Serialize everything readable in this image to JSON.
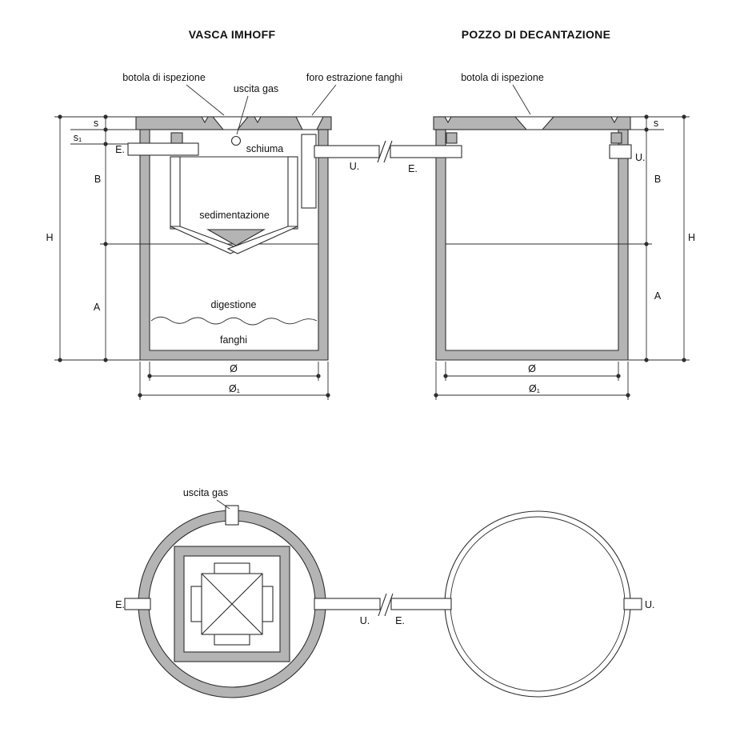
{
  "colors": {
    "concrete": "#b4b4b4",
    "line": "#2e2e2e",
    "text": "#111111",
    "background": "#ffffff"
  },
  "titles": {
    "left": "VASCA IMHOFF",
    "right": "POZZO DI DECANTAZIONE"
  },
  "section_left": {
    "callout_hatch": "botola di ispezione",
    "callout_gas": "uscita gas",
    "callout_sludge_hole": "foro estrazione fanghi",
    "zone_scum": "schiuma",
    "zone_sedimentation": "sedimentazione",
    "zone_digestion": "digestione",
    "zone_sludge": "fanghi",
    "inlet": "E.",
    "outlet": "U.",
    "dims": {
      "s": "s",
      "s1": "s₁",
      "B": "B",
      "A": "A",
      "H": "H",
      "d": "Ø",
      "d1": "Ø₁"
    }
  },
  "section_right": {
    "callout_hatch": "botola di ispezione",
    "inlet": "E.",
    "outlet": "U.",
    "dims": {
      "s": "s",
      "B": "B",
      "A": "A",
      "H": "H",
      "d": "Ø",
      "d1": "Ø₁"
    }
  },
  "plan_left": {
    "callout_gas": "uscita gas",
    "inlet": "E.",
    "outlet": "U."
  },
  "plan_right": {
    "inlet": "E.",
    "outlet": "U."
  }
}
